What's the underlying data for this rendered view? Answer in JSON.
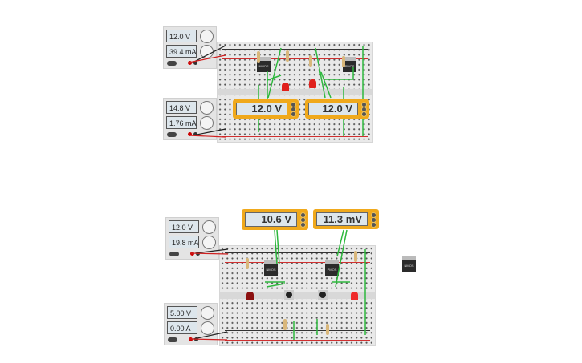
{
  "circuit_top": {
    "supply_1": {
      "voltage": "12.0 V",
      "current": "39.4 mA"
    },
    "supply_2": {
      "voltage": "14.8 V",
      "current": "1.76 mA"
    },
    "meter_1": {
      "reading": "12.0 V"
    },
    "meter_2": {
      "reading": "12.0 V"
    },
    "chips": [
      "NMOS",
      "PMOS"
    ]
  },
  "circuit_bottom": {
    "supply_1": {
      "voltage": "12.0 V",
      "current": "19.8 mA"
    },
    "supply_2": {
      "voltage": "5.00 V",
      "current": "0.00 A"
    },
    "meter_1": {
      "reading": "10.6 V"
    },
    "meter_2": {
      "reading": "11.3 mV"
    },
    "chips": [
      "NMOS",
      "PMOS"
    ]
  },
  "loose_chip": "NMOS",
  "colors": {
    "meter": "#f0a91c",
    "wire": "#2db83d",
    "led_red": "#e0201c",
    "rail_red": "#d03030"
  }
}
